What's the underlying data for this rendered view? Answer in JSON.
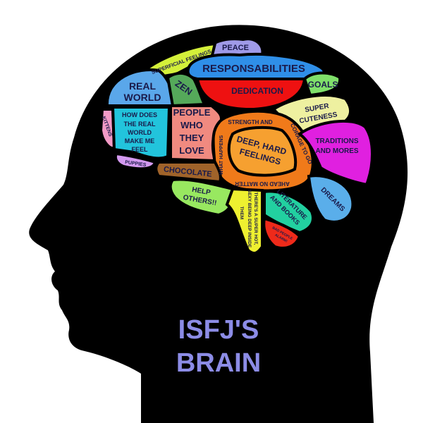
{
  "title": {
    "line1": "ISFJ'S",
    "line2": "BRAIN"
  },
  "colors": {
    "head": "#000000",
    "title": "#8c8ce6",
    "label": "#1a1a4a"
  },
  "regions": {
    "peace": {
      "label": "PEACE",
      "color": "#9f9ae8"
    },
    "superficial": {
      "label": "SUPERFICIAL FEELINGS",
      "color": "#d4f03a"
    },
    "responsabilities": {
      "label": "RESPONSABILITIES",
      "color": "#2f8fe8"
    },
    "dedication": {
      "label": "DEDICATION",
      "color": "#ee1111"
    },
    "goals": {
      "label": "GOALS",
      "color": "#7fe06a"
    },
    "real_world": {
      "lines": [
        "REAL",
        "WORLD"
      ],
      "color": "#5aa7ea"
    },
    "zen": {
      "label": "ZEN",
      "color": "#55a95a"
    },
    "kittens": {
      "label": "KITTENS",
      "color": "#f29ac6"
    },
    "how_does": {
      "lines": [
        "HOW DOES",
        "THE REAL",
        "WORLD",
        "MAKE ME",
        "FEEL"
      ],
      "color": "#22c4dc"
    },
    "people": {
      "lines": [
        "PEOPLE",
        "WHO",
        "THEY",
        "LOVE"
      ],
      "color": "#f08a80"
    },
    "super_cuteness": {
      "lines": [
        "SUPER",
        "CUTENESS"
      ],
      "color": "#eef0a0"
    },
    "strength": {
      "top": "STRENGTH AND",
      "right": "CORAGE TO GO",
      "bottom": "AHEAD NO MATTER",
      "left": "WHAT HAPPENS",
      "color": "#f07a1a"
    },
    "deep": {
      "lines": [
        "DEEP, HARD",
        "FEELINGS"
      ],
      "color": "#f6a030"
    },
    "traditions": {
      "lines": [
        "TRADITIONS",
        "AND MORES"
      ],
      "color": "#e020e0"
    },
    "puppies": {
      "label": "PUPPIES",
      "color": "#d49af0"
    },
    "chocolate": {
      "label": "CHOCOLATE",
      "color": "#a0632a"
    },
    "help": {
      "lines": [
        "HELP",
        "OTHERS!!"
      ],
      "color": "#98e860"
    },
    "super_hot": {
      "lines": [
        "THERE'S A SUPER HOT,",
        "SEXY BEING DEEP INSIDE",
        "THEM"
      ],
      "color": "#eef030"
    },
    "literature": {
      "lines": [
        "LITERATURE",
        "AND BOOKS"
      ],
      "color": "#22d0a0"
    },
    "dreams": {
      "label": "DREAMS",
      "color": "#5aaeea"
    },
    "bad_people": {
      "lines": [
        "BAD PEOPLE",
        "ALARM!"
      ],
      "color": "#ee2a1a"
    }
  }
}
